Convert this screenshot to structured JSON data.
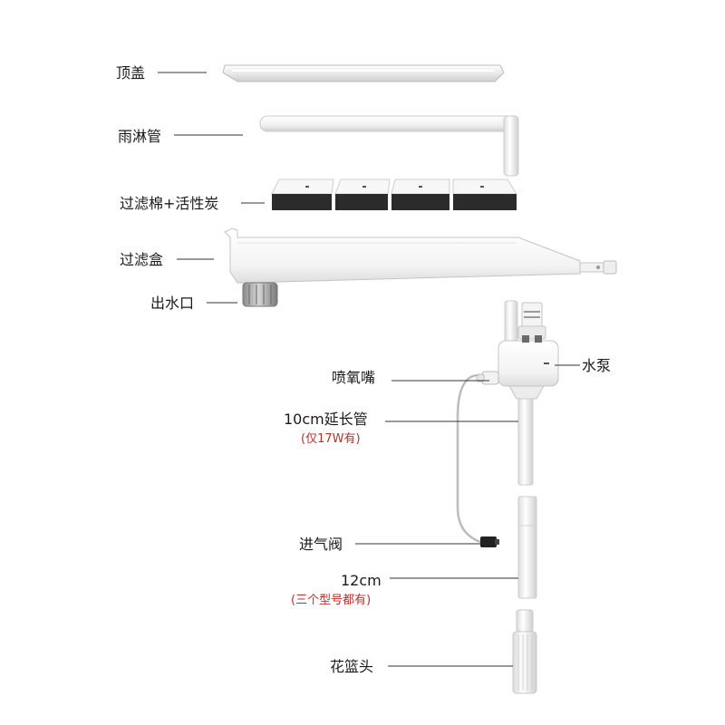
{
  "labels": {
    "top_cover": "顶盖",
    "rain_pipe": "雨淋管",
    "filter_media": "过滤棉+活性炭",
    "filter_box": "过滤盒",
    "outlet": "出水口",
    "air_nozzle": "喷氧嘴",
    "pump": "水泵",
    "extension_pipe": "10cm延长管",
    "extension_note": "(仅17W有)",
    "air_valve": "进气阀",
    "pipe_12cm": "12cm",
    "pipe_12cm_note": "(三个型号都有)",
    "strainer": "花篮头"
  },
  "colors": {
    "note": "#b8302a",
    "part_light": "#f4f4f4",
    "part_edge": "#c8c8c8",
    "carbon": "#2b2b2b"
  }
}
